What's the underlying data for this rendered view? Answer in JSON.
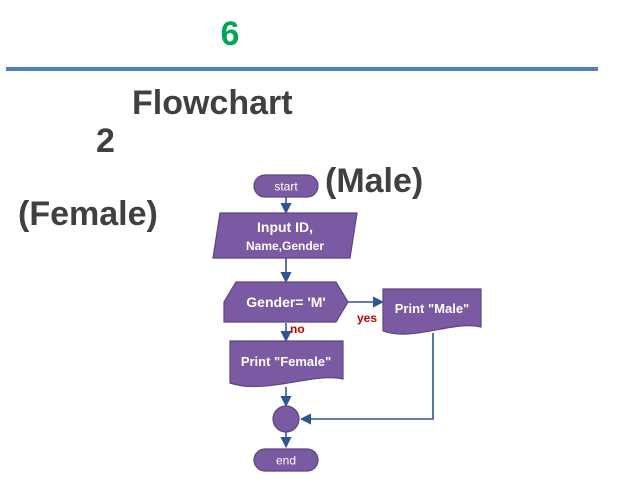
{
  "slide": {
    "number": "6",
    "heading_line1": "Flowchart",
    "heading_line2": "2",
    "label_male": "(Male)",
    "label_female": "(Female)"
  },
  "flowchart": {
    "start": "start",
    "input_line1": "Input ID,",
    "input_line2": "Name,Gender",
    "decision": "Gender= 'M'",
    "branch_yes": "yes",
    "branch_no": "no",
    "print_male": "Print \"Male\"",
    "print_female": "Print \"Female\"",
    "end": "end"
  },
  "colors": {
    "slide_number": "#00a651",
    "rule": "#4f81bd",
    "heading": "#404040",
    "node_fill": "#7a5ba3",
    "node_stroke": "#5c4580",
    "connector": "#2f5597",
    "branch_label": "#c00000"
  }
}
